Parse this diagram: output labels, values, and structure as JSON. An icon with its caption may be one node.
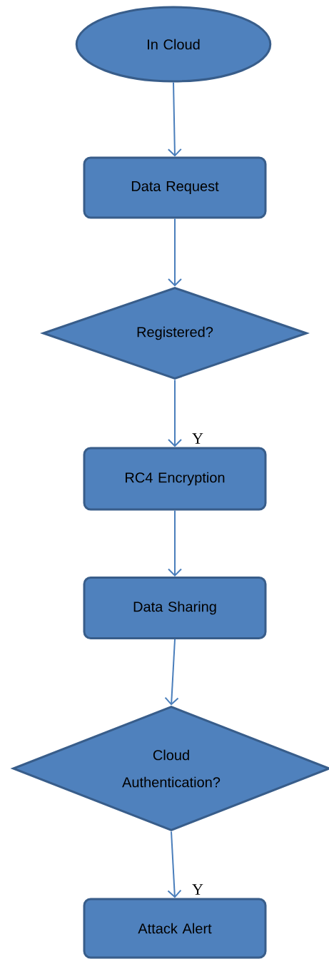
{
  "diagram": {
    "nodes": [
      {
        "text": [
          "In Cloud"
        ]
      },
      {
        "text": [
          "Data Request"
        ]
      },
      {
        "text": [
          "Registered?"
        ]
      },
      {
        "text": [
          "RC4 Encryption"
        ]
      },
      {
        "text": [
          "Data Sharing"
        ]
      },
      {
        "text": [
          "Cloud Authentication?"
        ]
      },
      {
        "text": [
          "Attack Alert"
        ]
      }
    ],
    "edges": [
      {
        "from": 0,
        "to": 1,
        "arrow": "to"
      },
      {
        "from": 1,
        "to": 2,
        "arrow": "to"
      },
      {
        "from": 2,
        "to": 3,
        "arrow": "to",
        "label": "Y"
      },
      {
        "from": 3,
        "to": 4,
        "arrow": "to"
      },
      {
        "from": 4,
        "to": 5,
        "arrow": "to"
      },
      {
        "from": 5,
        "to": 6,
        "arrow": "to",
        "label": "Y"
      }
    ]
  }
}
